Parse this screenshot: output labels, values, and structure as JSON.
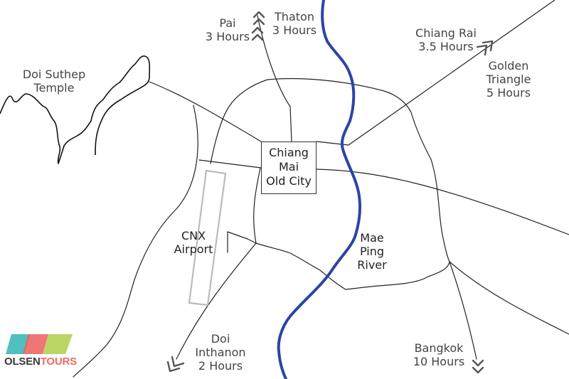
{
  "colors": {
    "road": "#222222",
    "river": "#2b45a3",
    "runway": "#bbbbbb",
    "text": "#444444",
    "logo_teal": "#4fbfbf",
    "logo_coral": "#ee6a6a",
    "logo_lime": "#b7d35a",
    "logo_dark": "#3a3a3a"
  },
  "labels": {
    "pai": [
      "Pai",
      "3 Hours"
    ],
    "thaton": [
      "Thaton",
      "3 Hours"
    ],
    "chiang_rai": [
      "Chiang Rai",
      "3.5 Hours"
    ],
    "golden_triangle": [
      "Golden",
      "Triangle",
      "5 Hours"
    ],
    "doi_suthep": [
      "Doi Suthep",
      "Temple"
    ],
    "old_city": [
      "Chiang",
      "Mai",
      "Old City"
    ],
    "airport": [
      "CNX",
      "Airport"
    ],
    "river": [
      "Mae",
      "Ping",
      "River"
    ],
    "doi_inthanon": [
      "Doi",
      "Inthanon",
      "2 Hours"
    ],
    "bangkok": [
      "Bangkok",
      "10 Hours"
    ]
  },
  "logo": {
    "part1": "OLSEN",
    "part2": "TOURS"
  }
}
